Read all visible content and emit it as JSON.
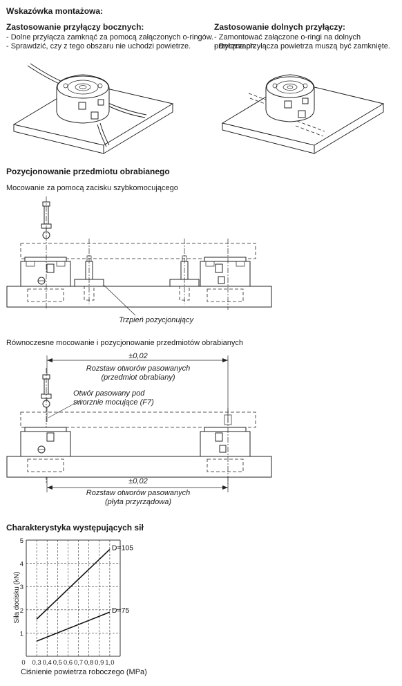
{
  "hint_title": "Wskazówka montażowa:",
  "side": {
    "title": "Zastosowanie przyłączy bocznych:",
    "lines": [
      "- Dolne przyłącza zamknąć za pomocą załączonych o-ringów.",
      "- Sprawdzić, czy z tego obszaru nie uchodzi powietrze."
    ]
  },
  "bottom": {
    "title": "Zastosowanie dolnych przyłączy:",
    "lines": [
      "- Zamontować załączone o-ringi na dolnych przyłączach.",
      "- Boczne przyłącza powietrza muszą być zamknięte."
    ]
  },
  "positioning": {
    "title": "Pozycjonowanie przedmiotu obrabianego",
    "subtitle": "Mocowanie za pomocą zacisku szybkomocującego",
    "pin_label": "Trzpień pozycjonujący"
  },
  "simultaneous": {
    "title": "Równoczesne mocowanie i pozycjonowanie przedmiotów obrabianych",
    "tol_top": "±0,02",
    "dist_top_1": "Rozstaw otworów pasowanych",
    "dist_top_2": "(przedmiot obrabiany)",
    "hole_1": "Otwór pasowany pod",
    "hole_2": "sworznie mocujące (F7)",
    "tol_bottom": "±0,02",
    "dist_bottom_1": "Rozstaw otworów pasowanych",
    "dist_bottom_2": "(płyta przyrządowa)"
  },
  "chart_title": "Charakterystyka występujących sił",
  "chart_data": {
    "type": "line",
    "ylabel": "Siła docisku (kN)",
    "xlabel": "Ciśnienie powietrza roboczego (MPa)",
    "x_ticks": [
      "0",
      "0,3",
      "0,4",
      "0,5",
      "0,6",
      "0,7",
      "0,8",
      "0,9",
      "1,0"
    ],
    "y_ticks": [
      "1",
      "2",
      "3",
      "4",
      "5"
    ],
    "ylim": [
      0,
      5
    ],
    "grid": true,
    "series": [
      {
        "name": "D=105",
        "x": [
          0.3,
          1.0
        ],
        "y": [
          1.6,
          4.6
        ]
      },
      {
        "name": "D=75",
        "x": [
          0.3,
          1.0
        ],
        "y": [
          0.65,
          1.9
        ]
      }
    ]
  }
}
